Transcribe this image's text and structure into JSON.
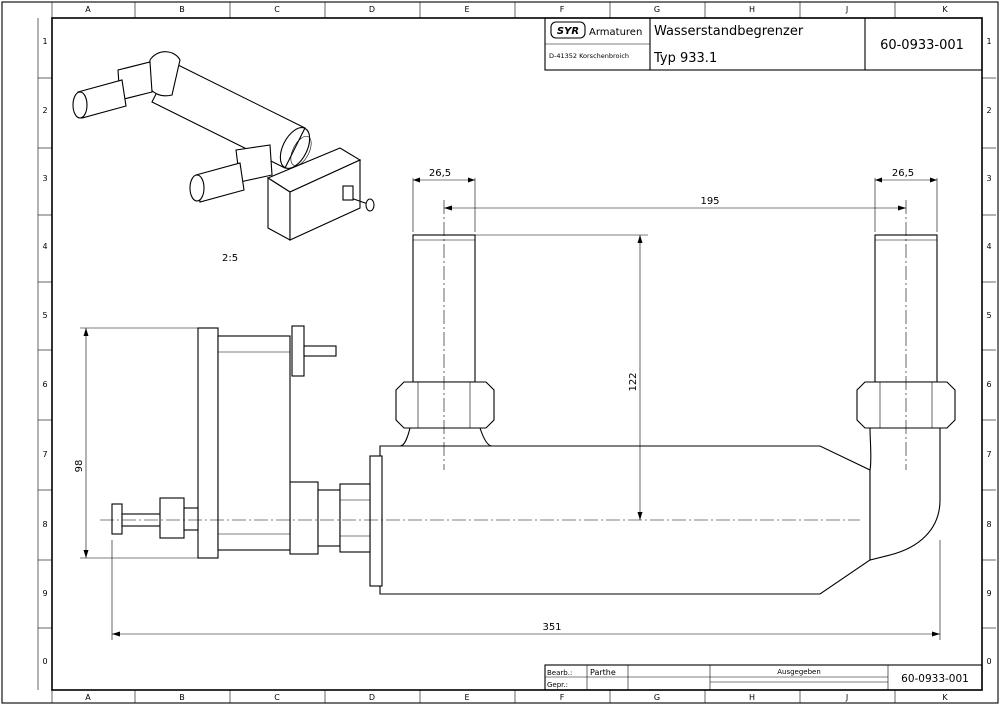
{
  "sheet": {
    "column_letters": [
      "A",
      "B",
      "C",
      "D",
      "E",
      "F",
      "G",
      "H",
      "J",
      "K"
    ],
    "row_numbers": [
      "1",
      "2",
      "3",
      "4",
      "5",
      "6",
      "7",
      "8",
      "9",
      "0"
    ]
  },
  "title_block": {
    "company_name": "Armaturen",
    "logo_text": "SYR",
    "company_address": "D-41352 Korschenbroich",
    "title_line1": "Wasserstandbegrenzer",
    "title_line2": "Typ 933.1",
    "drawing_number": "60-0933-001"
  },
  "bottom_block": {
    "label_bearb": "Bearb.:",
    "label_gepr": "Gepr.:",
    "bearb_name": "Parthe",
    "ausgegeben_label": "Ausgegeben",
    "drawing_number": "60-0933-001"
  },
  "iso_view": {
    "scale_label": "2:5"
  },
  "dimensions": {
    "pipe_width_left": "26,5",
    "pipe_width_right": "26,5",
    "pipe_spacing": "195",
    "height_to_axis": "122",
    "housing_height": "98",
    "overall_length": "351"
  }
}
